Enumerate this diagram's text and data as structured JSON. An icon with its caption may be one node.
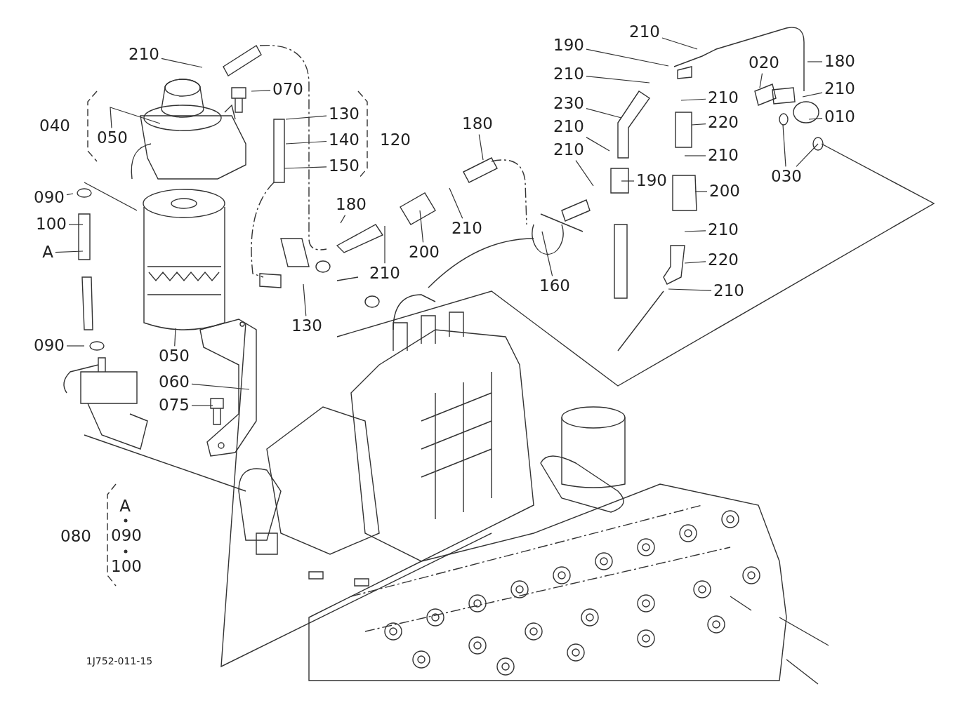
{
  "diagram": {
    "nodes": [
      {
        "text": [
          "210"
        ]
      },
      {
        "text": [
          "070"
        ]
      },
      {
        "text": [
          "050"
        ]
      },
      {
        "text": [
          "130"
        ]
      },
      {
        "text": [
          "140"
        ]
      },
      {
        "text": [
          "150"
        ]
      },
      {
        "text": [
          "180"
        ]
      },
      {
        "text": [
          "090"
        ]
      },
      {
        "text": [
          "180"
        ]
      },
      {
        "text": [
          "100"
        ]
      },
      {
        "text": [
          "210"
        ]
      },
      {
        "text": [
          "200"
        ]
      },
      {
        "text": [
          "A"
        ]
      },
      {
        "text": [
          "210"
        ]
      },
      {
        "text": [
          "160"
        ]
      },
      {
        "text": [
          "130"
        ]
      },
      {
        "text": [
          "090"
        ]
      },
      {
        "text": [
          "050"
        ]
      },
      {
        "text": [
          "060"
        ]
      },
      {
        "text": [
          "075"
        ]
      },
      {
        "text": [
          "210"
        ]
      },
      {
        "text": [
          "190"
        ]
      },
      {
        "text": [
          "210"
        ]
      },
      {
        "text": [
          "230"
        ]
      },
      {
        "text": [
          "210"
        ]
      },
      {
        "text": [
          "210"
        ]
      },
      {
        "text": [
          "190"
        ]
      },
      {
        "text": [
          "210"
        ]
      },
      {
        "text": [
          "220"
        ]
      },
      {
        "text": [
          "210"
        ]
      },
      {
        "text": [
          "200"
        ]
      },
      {
        "text": [
          "210"
        ]
      },
      {
        "text": [
          "220"
        ]
      },
      {
        "text": [
          "210"
        ]
      },
      {
        "text": [
          "020"
        ]
      },
      {
        "text": [
          "180"
        ]
      },
      {
        "text": [
          "210"
        ]
      },
      {
        "text": [
          "010"
        ]
      },
      {
        "text": [
          "030"
        ]
      }
    ],
    "edges": [
      {
        "from": 0,
        "to": null,
        "arrow": "none"
      },
      {
        "from": 1,
        "to": null,
        "arrow": "none"
      },
      {
        "from": 2,
        "to": null,
        "arrow": "none"
      },
      {
        "from": 3,
        "to": null,
        "arrow": "none"
      },
      {
        "from": 4,
        "to": null,
        "arrow": "none"
      },
      {
        "from": 5,
        "to": null,
        "arrow": "none"
      },
      {
        "from": 6,
        "to": null,
        "arrow": "none"
      },
      {
        "from": 7,
        "to": null,
        "arrow": "none"
      },
      {
        "from": 8,
        "to": null,
        "arrow": "none"
      },
      {
        "from": 9,
        "to": null,
        "arrow": "none"
      },
      {
        "from": 10,
        "to": null,
        "arrow": "none"
      },
      {
        "from": 11,
        "to": null,
        "arrow": "none"
      },
      {
        "from": 12,
        "to": null,
        "arrow": "none"
      },
      {
        "from": 13,
        "to": null,
        "arrow": "none"
      },
      {
        "from": 14,
        "to": null,
        "arrow": "none"
      },
      {
        "from": 15,
        "to": null,
        "arrow": "none"
      },
      {
        "from": 16,
        "to": null,
        "arrow": "none"
      },
      {
        "from": 17,
        "to": null,
        "arrow": "none"
      },
      {
        "from": 18,
        "to": null,
        "arrow": "none"
      },
      {
        "from": 19,
        "to": null,
        "arrow": "none"
      },
      {
        "from": 20,
        "to": null,
        "arrow": "none"
      },
      {
        "from": 21,
        "to": null,
        "arrow": "none"
      },
      {
        "from": 22,
        "to": null,
        "arrow": "none"
      },
      {
        "from": 23,
        "to": null,
        "arrow": "none"
      },
      {
        "from": 24,
        "to": null,
        "arrow": "none"
      },
      {
        "from": 25,
        "to": null,
        "arrow": "none"
      },
      {
        "from": 26,
        "to": null,
        "arrow": "none"
      },
      {
        "from": 27,
        "to": null,
        "arrow": "none"
      },
      {
        "from": 28,
        "to": null,
        "arrow": "none"
      },
      {
        "from": 29,
        "to": null,
        "arrow": "none"
      },
      {
        "from": 30,
        "to": null,
        "arrow": "none"
      },
      {
        "from": 31,
        "to": null,
        "arrow": "none"
      },
      {
        "from": 32,
        "to": null,
        "arrow": "none"
      },
      {
        "from": 33,
        "to": null,
        "arrow": "none"
      },
      {
        "from": 34,
        "to": null,
        "arrow": "none"
      },
      {
        "from": 35,
        "to": null,
        "arrow": "none"
      },
      {
        "from": 36,
        "to": null,
        "arrow": "none"
      },
      {
        "from": 37,
        "to": null,
        "arrow": "none"
      },
      {
        "from": 38,
        "to": null,
        "arrow": "none"
      },
      {
        "from": 38,
        "to": null,
        "arrow": "none"
      }
    ],
    "labels": [
      "040",
      "120",
      "A",
      "090",
      "100",
      "080",
      "1J752-011-15"
    ]
  }
}
